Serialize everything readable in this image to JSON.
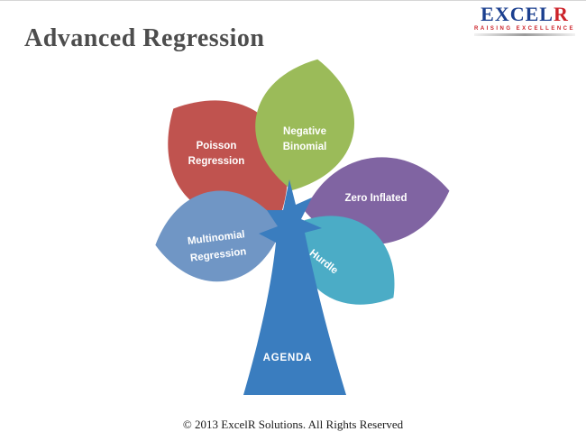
{
  "header": {
    "title": "Advanced Regression"
  },
  "logo": {
    "excel": "EXCEL",
    "r": "R",
    "tagline": "Raising Excellence"
  },
  "petals": [
    {
      "id": "poisson-regression",
      "label_line1": "Poisson",
      "label_line2": "Regression",
      "color": "#c0534f"
    },
    {
      "id": "negative-binomial",
      "label_line1": "Negative",
      "label_line2": "Binomial",
      "color": "#9bbb59"
    },
    {
      "id": "zero-inflated",
      "label_line1": "Zero Inflated",
      "label_line2": "",
      "color": "#8064a2"
    },
    {
      "id": "hurdle",
      "label_line1": "Hurdle",
      "label_line2": "",
      "color": "#4bacc6"
    },
    {
      "id": "multinomial-regression",
      "label_line1": "Multinomial",
      "label_line2": "Regression",
      "color": "#7096c5"
    }
  ],
  "trunk": {
    "label": "AGENDA",
    "color": "#3a7dbf"
  },
  "footer": {
    "text": "© 2013 ExcelR Solutions. All Rights Reserved"
  }
}
